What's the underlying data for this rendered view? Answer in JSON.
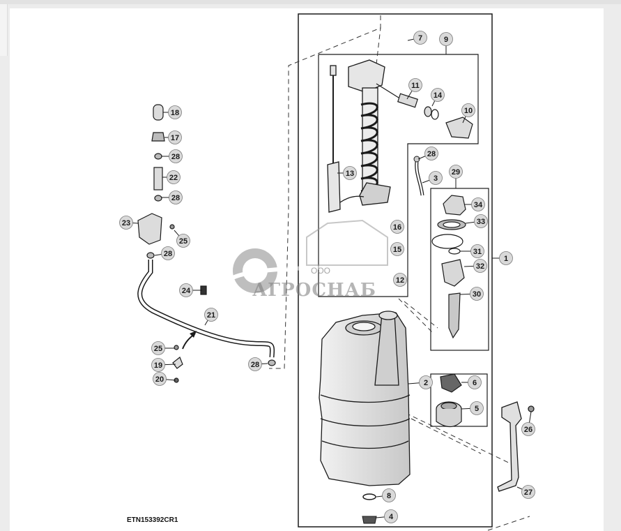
{
  "drawing_id": "ETN153392CR1",
  "watermark": {
    "company_prefix": "ООО",
    "company_name": "АГРОСНАБ"
  },
  "callouts": {
    "c1": "1",
    "c2": "2",
    "c3": "3",
    "c4": "4",
    "c5": "5",
    "c6": "6",
    "c7": "7",
    "c8": "8",
    "c9": "9",
    "c10": "10",
    "c11": "11",
    "c12": "12",
    "c13": "13",
    "c14": "14",
    "c15": "15",
    "c16": "16",
    "c17": "17",
    "c18": "18",
    "c19": "19",
    "c20": "20",
    "c21": "21",
    "c22": "22",
    "c23": "23",
    "c24": "24",
    "c25a": "25",
    "c25b": "25",
    "c26": "26",
    "c27": "27",
    "c28a": "28",
    "c28b": "28",
    "c28c": "28",
    "c28d": "28",
    "c28e": "28",
    "c29": "29",
    "c30": "30",
    "c31": "31",
    "c32": "32",
    "c33": "33",
    "c34": "34"
  },
  "colors": {
    "line": "#1a1a1a",
    "part_fill": "#e8e8e8",
    "callout_fill": "#d9d9d9",
    "watermark_gray": "#8a8a8a"
  }
}
